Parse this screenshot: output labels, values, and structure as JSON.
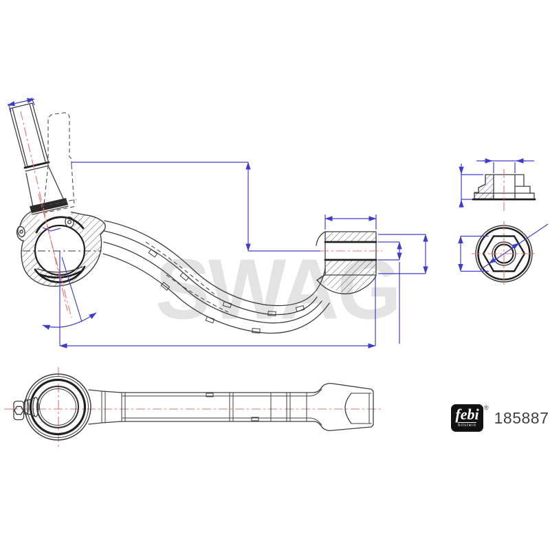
{
  "watermark": {
    "text": "SWAG"
  },
  "brand": {
    "logo_text": "febi",
    "logo_subtext": "bilstein",
    "registered_mark": "®",
    "part_number": "185887"
  },
  "views": {
    "main": "tie-rod-end-side-view-with-ball-joint-and-curved-arm",
    "nut_section": "flange-nut-section-view",
    "nut_end": "nut-end-view-with-hex-socket",
    "bottom": "tie-rod-end-plan-view"
  },
  "colors": {
    "background": "#ffffff",
    "outline": "#3d3d3d",
    "outline_heavy": "#1f1f1f",
    "dimension": "#3d3dcc",
    "centerline": "#e87070",
    "hidden_line": "#4a4a4a",
    "hatch_blue": "#4646cc",
    "watermark": "#e3e3e3",
    "logo_bg": "#111111",
    "logo_fg": "#ffffff",
    "part_number_color": "#404040"
  }
}
